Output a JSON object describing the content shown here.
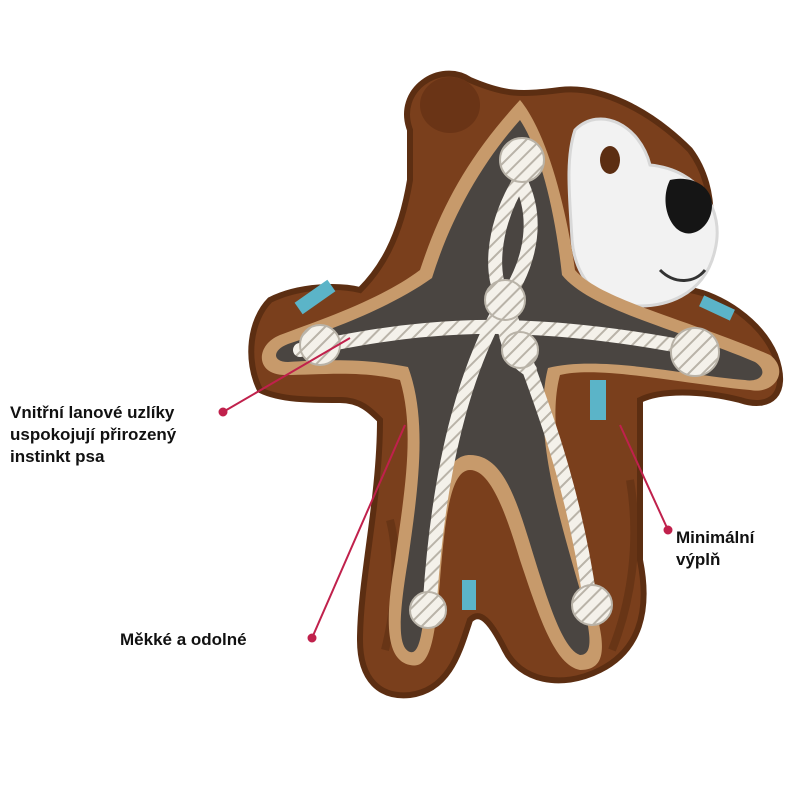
{
  "callouts": {
    "rope_knots": {
      "lines": [
        "Vnitřní lanové uzlíky",
        "uspokojují přirozený",
        "instinkt psa"
      ]
    },
    "soft_durable": {
      "lines": [
        "Měkké a odolné"
      ]
    },
    "minimal_stuffing": {
      "lines": [
        "Minimální",
        "výplň"
      ]
    }
  },
  "colors": {
    "fur": "#7a3f1c",
    "fur_dark": "#5c2e12",
    "inner_panel": "#4a4541",
    "panel_rim": "#c79a6b",
    "rope": "#f4f1ea",
    "rope_shadow": "#b9b3a8",
    "muzzle": "#f2f2f2",
    "nose": "#151515",
    "tag": "#5bb4c8",
    "leader": "#c0214c"
  }
}
